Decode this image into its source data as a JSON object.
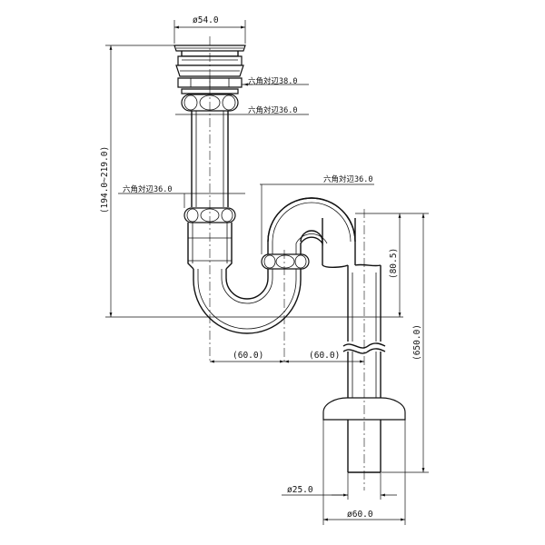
{
  "dimensions": {
    "top_diameter": "ø54.0",
    "hex_upper": "六角対辺38.0",
    "hex_upper2": "六角対辺36.0",
    "hex_left": "六角対辺36.0",
    "hex_right": "六角対辺36.0",
    "overall_height": "(194.0~219.0)",
    "trap_depth": "(80.5)",
    "vertical_650": "(650.0)",
    "horiz_left": "(60.0)",
    "horiz_right": "(60.0)",
    "pipe_diameter": "ø25.0",
    "flange_diameter": "ø60.0"
  }
}
